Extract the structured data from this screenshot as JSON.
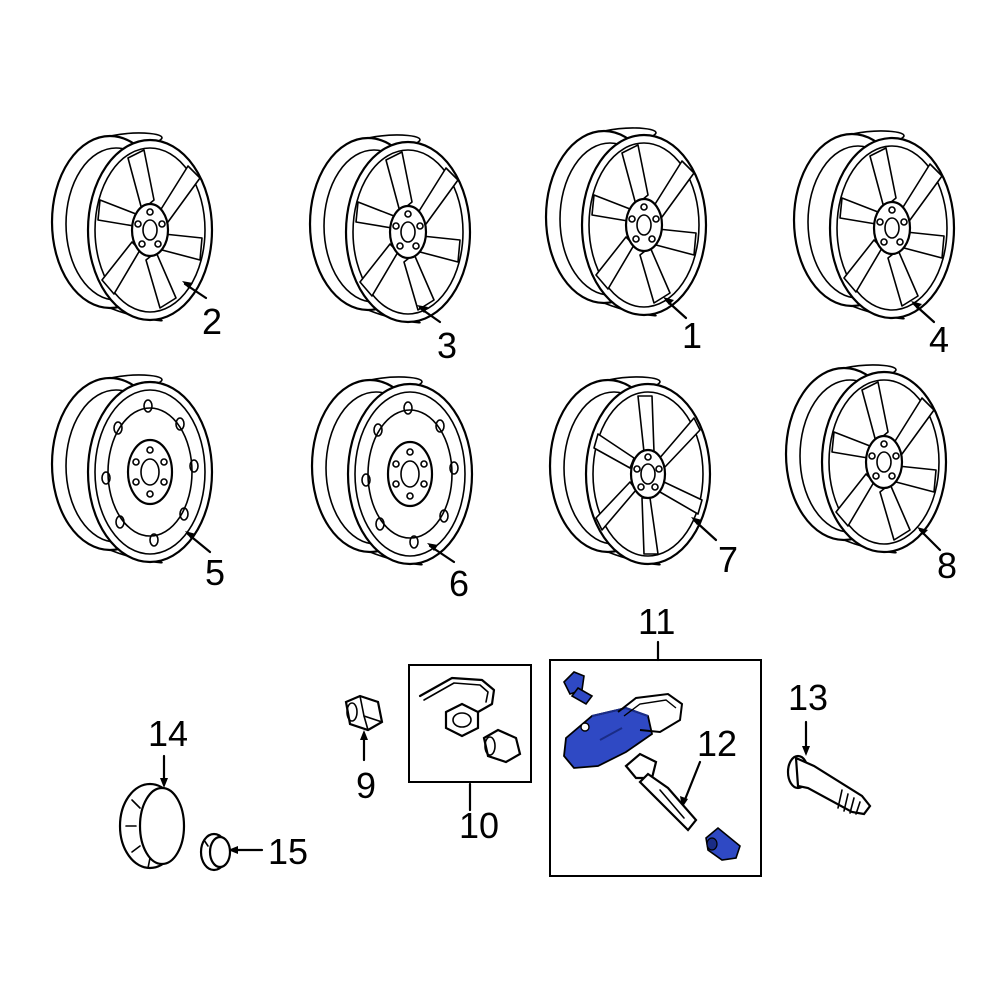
{
  "colors": {
    "highlight": "#2f49c4",
    "highlight_dark": "#1a2c86",
    "line": "#000000",
    "background": "#ffffff"
  },
  "callouts": {
    "p1": "1",
    "p2": "2",
    "p3": "3",
    "p4": "4",
    "p5": "5",
    "p6": "6",
    "p7": "7",
    "p8": "8",
    "p9": "9",
    "p10": "10",
    "p11": "11",
    "p12": "12",
    "p13": "13",
    "p14": "14",
    "p15": "15"
  },
  "wheels": [
    {
      "callout": "2",
      "style": "alloy-split-spoke"
    },
    {
      "callout": "3",
      "style": "alloy-split-spoke"
    },
    {
      "callout": "1",
      "style": "alloy-split-spoke"
    },
    {
      "callout": "4",
      "style": "alloy-split-spoke"
    },
    {
      "callout": "5",
      "style": "steel"
    },
    {
      "callout": "6",
      "style": "steel"
    },
    {
      "callout": "7",
      "style": "alloy-twin-spoke"
    },
    {
      "callout": "8",
      "style": "alloy-split-spoke"
    }
  ],
  "highlighted_parts": [
    "11"
  ]
}
